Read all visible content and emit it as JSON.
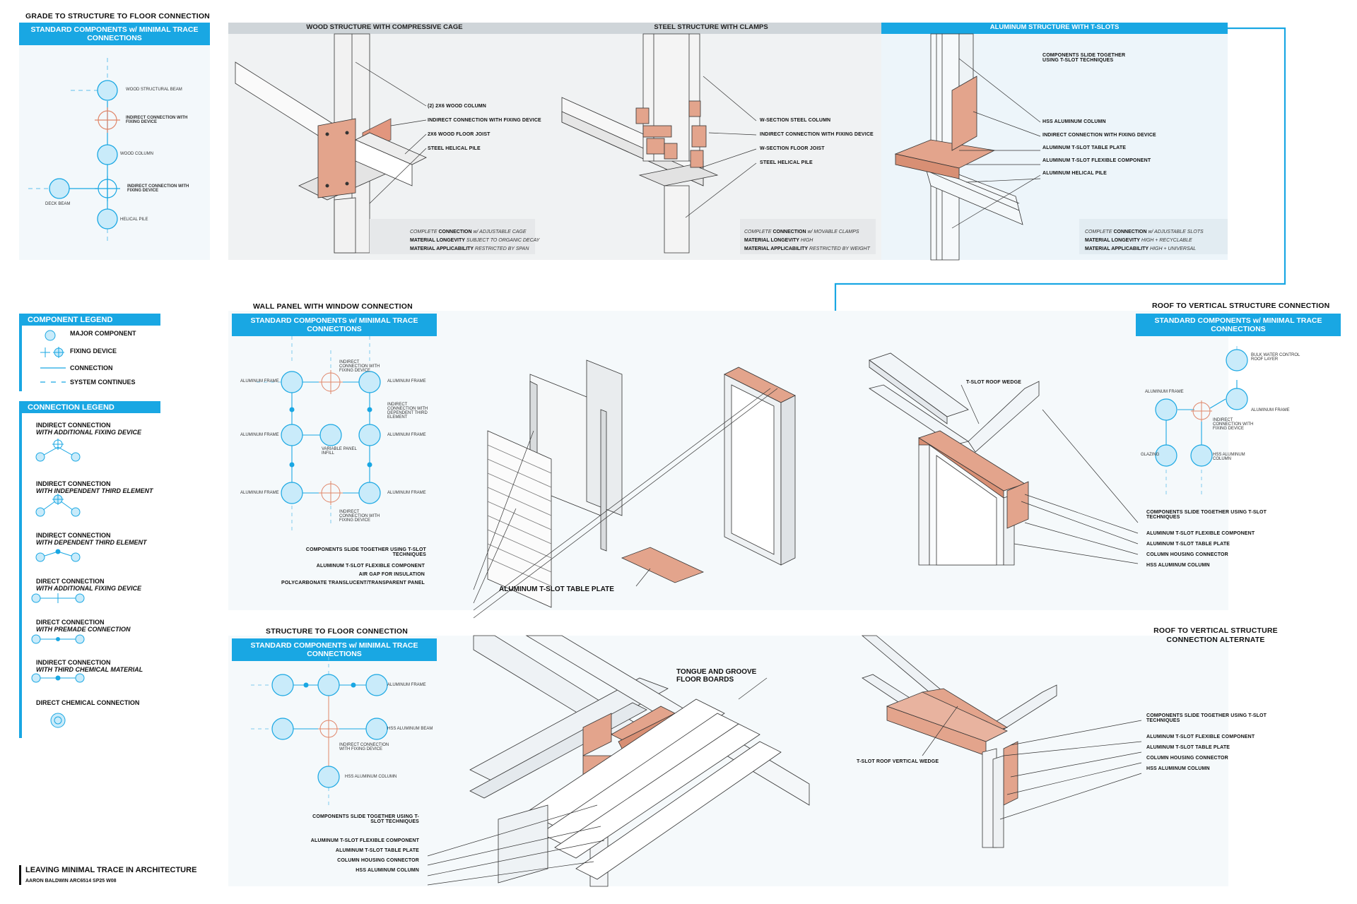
{
  "grade": {
    "title": "GRADE TO STRUCTURE TO FLOOR CONNECTION",
    "badge": "STANDARD COMPONENTS w/ MINIMAL TRACE CONNECTIONS",
    "nodes": [
      "WOOD STRUCTURAL BEAM",
      "INDIRECT CONNECTION WITH FIXING DEVICE",
      "WOOD COLUMN",
      "INDIRECT CONNECTION WITH FIXING DEVICE",
      "DECK BEAM",
      "HELICAL PILE"
    ]
  },
  "tabs": [
    "WOOD STRUCTURE WITH COMPRESSIVE CAGE",
    "STEEL STRUCTURE WITH CLAMPS",
    "ALUMINUM STRUCTURE WITH T-SLOTS"
  ],
  "wood": {
    "labels": [
      "(2) 2X6 WOOD COLUMN",
      "INDIRECT CONNECTION WITH FIXING DEVICE",
      "2X6 WOOD FLOOR JOIST",
      "STEEL HELICAL PILE"
    ],
    "cap1a": "COMPLETE ",
    "cap1b": "CONNECTION",
    "cap1c": " w/ ADJUSTABLE CAGE",
    "cap2a": "MATERIAL LONGEVITY",
    "cap2b": " SUBJECT TO ORGANIC DECAY",
    "cap3a": "MATERIAL APPLICABILITY",
    "cap3b": " RESTRICTED BY SPAN"
  },
  "steel": {
    "labels": [
      "W-SECTION STEEL COLUMN",
      "INDIRECT CONNECTION WITH FIXING DEVICE",
      "W-SECTION FLOOR JOIST",
      "STEEL HELICAL PILE"
    ],
    "cap1a": "COMPLETE ",
    "cap1b": "CONNECTION",
    "cap1c": " w/ MOVABLE CLAMPS",
    "cap2a": "MATERIAL LONGEVITY",
    "cap2b": " HIGH",
    "cap3a": "MATERIAL APPLICABILITY",
    "cap3b": " RESTRICTED BY WEIGHT"
  },
  "alum": {
    "labels": [
      "COMPONENTS SLIDE TOGETHER USING T-SLOT TECHNIQUES",
      "HSS ALUMINUM COLUMN",
      "INDIRECT CONNECTION WITH FIXING DEVICE",
      "ALUMINUM T-SLOT TABLE PLATE",
      "ALUMINUM T-SLOT FLEXIBLE COMPONENT",
      "ALUMINUM HELICAL PILE"
    ],
    "cap1a": "COMPLETE ",
    "cap1b": "CONNECTION",
    "cap1c": " w/ ADJUSTABLE SLOTS",
    "cap2a": "MATERIAL LONGEVITY",
    "cap2b": " HIGH + RECYCLABLE",
    "cap3a": "MATERIAL APPLICABILITY",
    "cap3b": " HIGH + UNIVERSAL"
  },
  "component_legend": {
    "title": "COMPONENT LEGEND",
    "items": [
      "MAJOR COMPONENT",
      "FIXING DEVICE",
      "CONNECTION",
      "SYSTEM CONTINUES"
    ]
  },
  "connection_legend": {
    "title": "CONNECTION LEGEND",
    "items": [
      {
        "t": "INDIRECT CONNECTION",
        "i": "WITH ADDITIONAL FIXING DEVICE"
      },
      {
        "t": "INDIRECT CONNECTION",
        "i": "WITH INDEPENDENT THIRD ELEMENT"
      },
      {
        "t": "INDIRECT CONNECTION",
        "i": "WITH DEPENDENT THIRD ELEMENT"
      },
      {
        "t": "DIRECT CONNECTION",
        "i": "WITH ADDITIONAL FIXING DEVICE"
      },
      {
        "t": "DIRECT CONNECTION",
        "i": "WITH PREMADE CONNECTION"
      },
      {
        "t": "INDIRECT CONNECTION",
        "i": "WITH THIRD CHEMICAL MATERIAL"
      },
      {
        "t": "DIRECT CHEMICAL CONNECTION",
        "i": ""
      }
    ]
  },
  "wall": {
    "title": "WALL PANEL WITH WINDOW CONNECTION",
    "badge": "STANDARD COMPONENTS w/ MINIMAL TRACE CONNECTIONS",
    "nodes": [
      "ALUMINUM FRAME",
      "INDIRECT CONNECTION WITH FIXING DEVICE",
      "ALUMINUM FRAME",
      "INDIRECT CONNECTION WITH DEPENDENT THIRD ELEMENT",
      "ALUMINUM FRAME",
      "VARIABLE PANEL INFILL",
      "ALUMINUM FRAME",
      "ALUMINUM FRAME",
      "INDIRECT CONNECTION WITH FIXING DEVICE",
      "ALUMINUM FRAME"
    ],
    "labels": [
      "COMPONENTS SLIDE TOGETHER USING T-SLOT TECHNIQUES",
      "ALUMINUM T-SLOT FLEXIBLE COMPONENT",
      "AIR GAP FOR INSULATION",
      "POLYCARBONATE TRANSLUCENT/TRANSPARENT PANEL"
    ],
    "plate": "ALUMINUM T-SLOT TABLE PLATE"
  },
  "roof": {
    "title": "ROOF TO VERTICAL STRUCTURE CONNECTION",
    "badge": "STANDARD COMPONENTS w/ MINIMAL TRACE CONNECTIONS",
    "wedge": "T-SLOT ROOF WEDGE",
    "nodes": [
      "BULK WATER CONTROL ROOF LAYER",
      "ALUMINUM FRAME",
      "ALUMINUM FRAME",
      "INDIRECT CONNECTION WITH FIXING DEVICE",
      "GLAZING",
      "HSS ALUMINUM COLUMN"
    ],
    "labels": [
      "COMPONENTS SLIDE TOGETHER USING T-SLOT TECHNIQUES",
      "ALUMINUM T-SLOT FLEXIBLE COMPONENT",
      "ALUMINUM T-SLOT TABLE PLATE",
      "COLUMN HOUSING CONNECTOR",
      "HSS ALUMINUM COLUMN"
    ]
  },
  "floor": {
    "title": "STRUCTURE TO FLOOR CONNECTION",
    "badge": "STANDARD COMPONENTS w/ MINIMAL TRACE CONNECTIONS",
    "nodes": [
      "ALUMINUM FRAME",
      "HSS ALUMINUM BEAM",
      "INDIRECT CONNECTION WITH FIXING DEVICE",
      "HSS ALUMINUM COLUMN"
    ],
    "boards": "TONGUE AND GROOVE FLOOR BOARDS",
    "labels": [
      "COMPONENTS SLIDE TOGETHER USING T-SLOT TECHNIQUES",
      "ALUMINUM T-SLOT FLEXIBLE COMPONENT",
      "ALUMINUM T-SLOT TABLE PLATE",
      "COLUMN HOUSING CONNECTOR",
      "HSS ALUMINUM COLUMN"
    ]
  },
  "roof_alt": {
    "title": "ROOF TO VERTICAL STRUCTURE CONNECTION ALTERNATE",
    "wedge": "T-SLOT ROOF VERTICAL WEDGE",
    "labels": [
      "COMPONENTS SLIDE TOGETHER USING T-SLOT TECHNIQUES",
      "ALUMINUM T-SLOT FLEXIBLE COMPONENT",
      "ALUMINUM T-SLOT TABLE PLATE",
      "COLUMN HOUSING CONNECTOR",
      "HSS ALUMINUM COLUMN"
    ]
  },
  "footer": {
    "title": "LEAVING MINIMAL TRACE IN ARCHITECTURE",
    "sub": "AARON BALDWIN ARC6514 SP25 W08"
  },
  "colors": {
    "accent": "#19a7e3",
    "node_fill": "#c9ebfa",
    "copper": "#e3a48c",
    "dash": "#7fcbee"
  }
}
